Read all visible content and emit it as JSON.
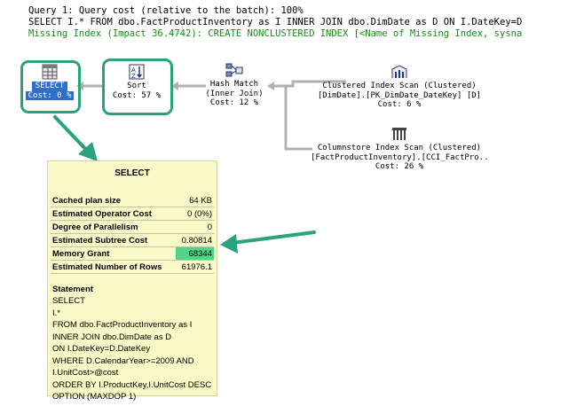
{
  "header": {
    "query_line": "Query 1: Query cost (relative to the batch): 100%",
    "sql_line": "SELECT I.* FROM dbo.FactProductInventory as I INNER JOIN dbo.DimDate as D ON I.DateKey=D",
    "missing_index_line": "Missing Index (Impact 36.4742): CREATE NONCLUSTERED INDEX [<Name of Missing Index, sysna"
  },
  "plan": {
    "select": {
      "label": "SELECT",
      "cost": "Cost: 0 %"
    },
    "sort": {
      "label": "Sort",
      "cost": "Cost: 57 %"
    },
    "hash_match": {
      "label": "Hash Match",
      "sub": "(Inner Join)",
      "cost": "Cost: 12 %"
    },
    "clustered_scan": {
      "label": "Clustered Index Scan (Clustered)",
      "sub": "[DimDate].[PK_DimDate_DateKey] [D]",
      "cost": "Cost: 6 %"
    },
    "columnstore_scan": {
      "label": "Columnstore Index Scan (Clustered)",
      "sub": "[FactProductInventory].[CCI_FactPro..",
      "cost": "Cost: 26 %"
    }
  },
  "tooltip": {
    "title": "SELECT",
    "rows": [
      {
        "key": "Cached plan size",
        "value": "64 KB"
      },
      {
        "key": "Estimated Operator Cost",
        "value": "0 (0%)"
      },
      {
        "key": "Degree of Parallelism",
        "value": "0"
      },
      {
        "key": "Estimated Subtree Cost",
        "value": "0.80814"
      },
      {
        "key": "Memory Grant",
        "value": "68344"
      },
      {
        "key": "Estimated Number of Rows",
        "value": "61976.1"
      }
    ],
    "statement_title": "Statement",
    "statement_lines": [
      "SELECT",
      "I.*",
      "FROM dbo.FactProductInventory as I",
      "INNER JOIN dbo.DimDate as D",
      "ON I.DateKey=D.DateKey",
      "WHERE D.CalendarYear>=2009 AND",
      "I.UnitCost>@cost",
      "ORDER BY I.ProductKey,I.UnitCost DESC",
      "OPTION (MAXDOP 1)"
    ]
  },
  "colors": {
    "highlight": "#2aa27c",
    "select_bg": "#2f6fc9",
    "tooltip_bg": "#fafac8",
    "memory_grant_bg": "#4fd58a",
    "missing_index_text": "#1a8a1a"
  }
}
